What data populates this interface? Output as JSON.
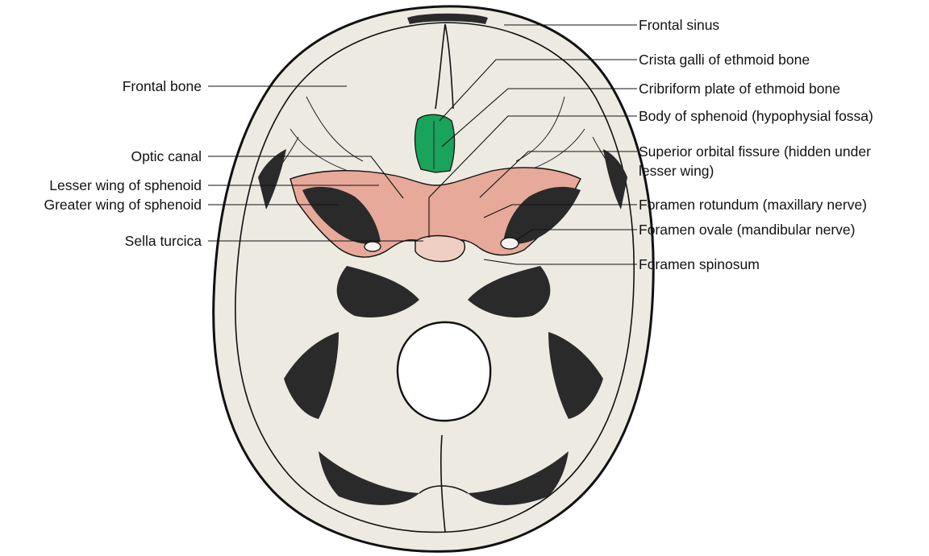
{
  "labels": {
    "frontal_sinus": "Frontal sinus",
    "crista_galli": "Crista galli of ethmoid bone",
    "cribriform_plate": "Cribriform plate of ethmoid bone",
    "body_of_sphenoid": "Body of sphenoid (hypophysial fossa)",
    "superior_orbital_fissure_1": "Superior orbital fissure (hidden under",
    "superior_orbital_fissure_2": "lesser wing)",
    "foramen_rotundum": "Foramen rotundum (maxillary nerve)",
    "foramen_ovale": "Foramen ovale (mandibular nerve)",
    "foramen_spinosum": "Foramen spinosum",
    "frontal_bone": "Frontal bone",
    "optic_canal": "Optic canal",
    "lesser_wing": "Lesser wing of sphenoid",
    "greater_wing": "Greater wing of sphenoid",
    "sella_turcica": "Sella turcica"
  },
  "colors": {
    "bone": "#edeae2",
    "outline": "#111111",
    "sphenoid_highlight": "#e6a99a",
    "ethmoid_highlight": "#1aa35a",
    "shading": "#2a2a2a"
  }
}
